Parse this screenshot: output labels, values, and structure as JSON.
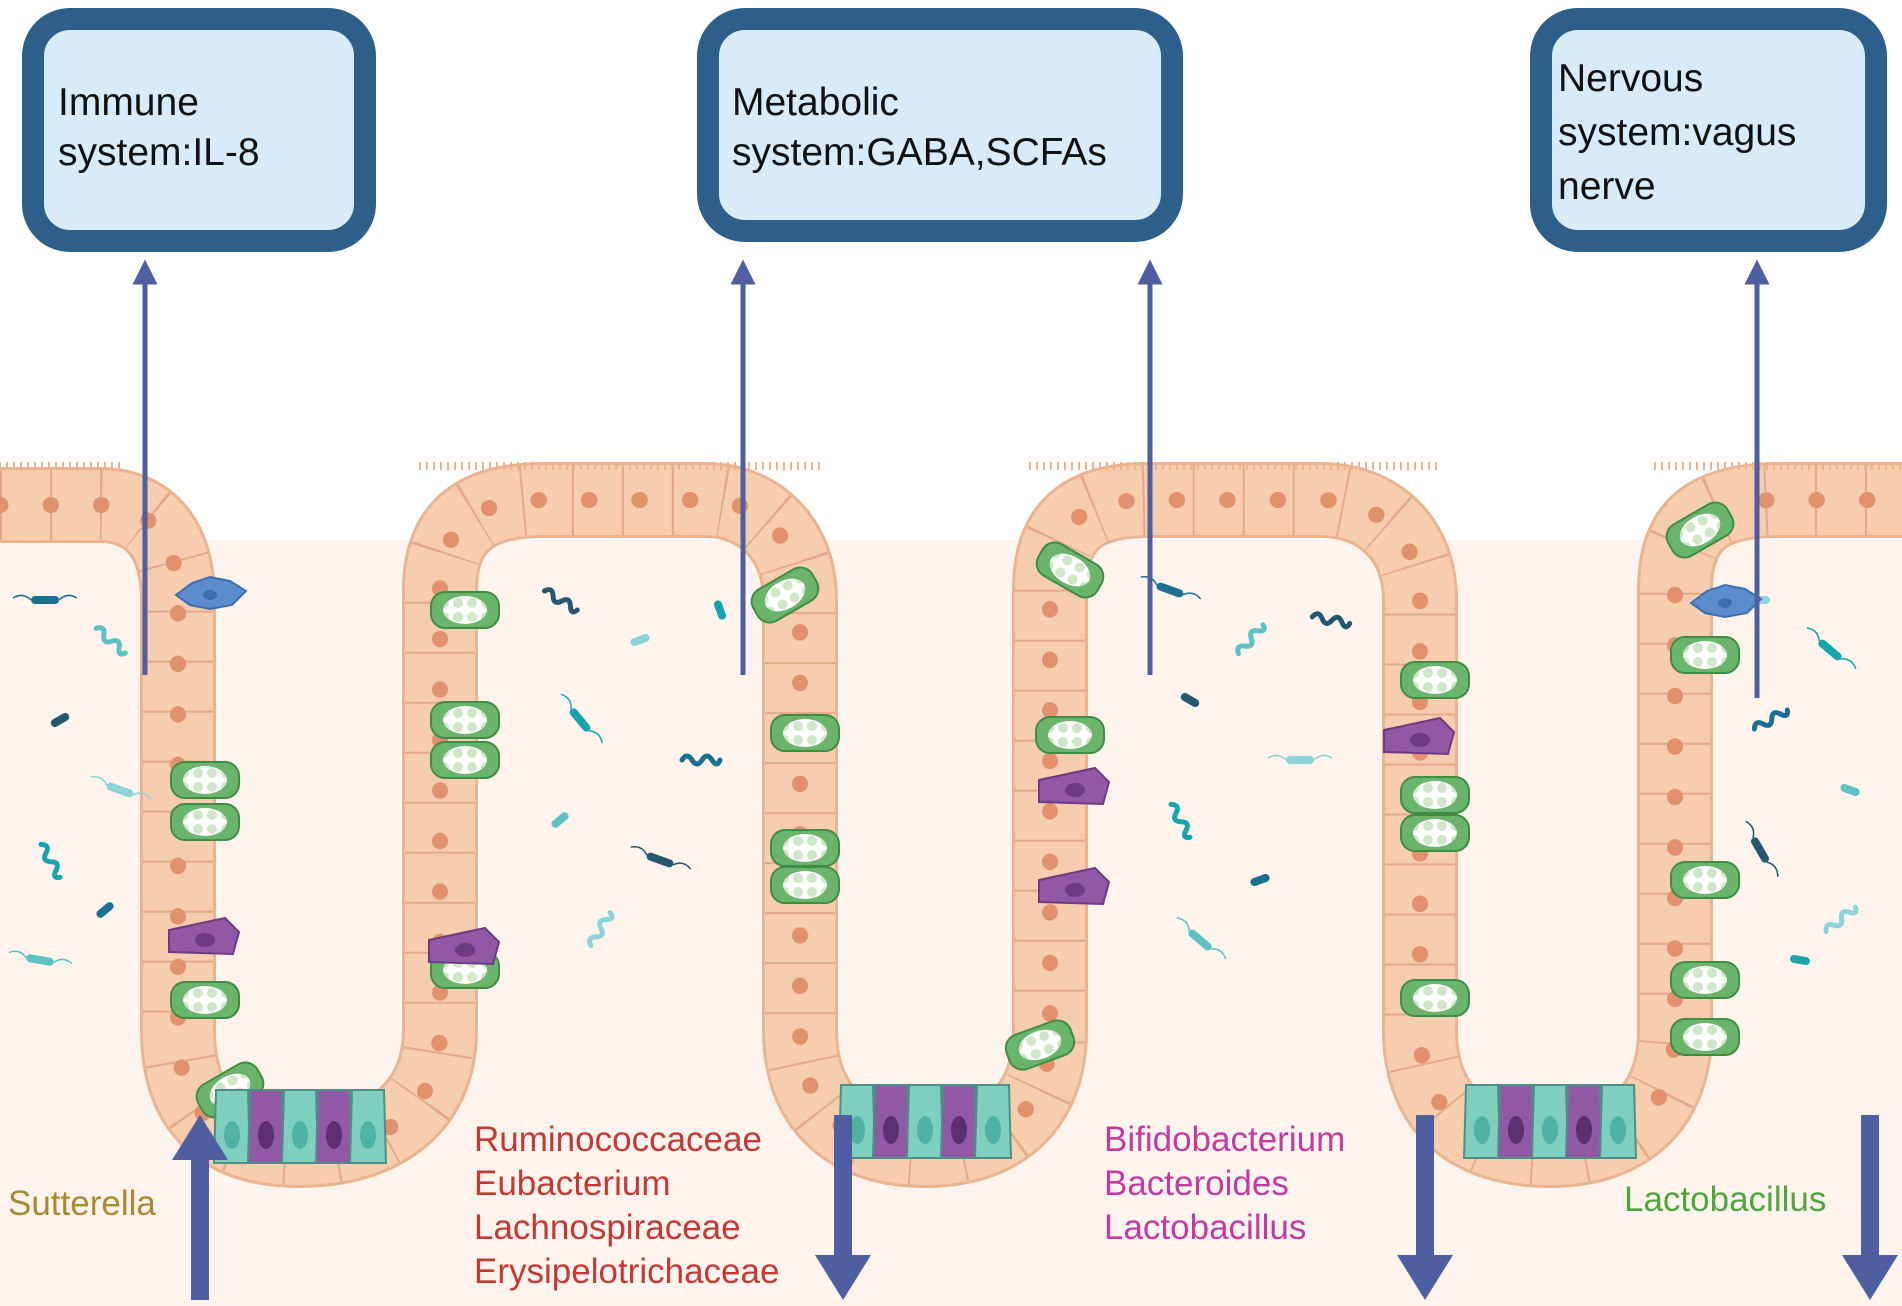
{
  "colors": {
    "box_fill": "#d8ebf8",
    "box_border": "#2d5f8a",
    "arrow": "#4e5ea1",
    "epithelium": "#f7cdb0",
    "nucleus": "#e2916d",
    "goblet_cell": "#6ab56b",
    "enteroendocrine_cell": "#9158a6",
    "stem_cell": "#7fcfbf",
    "lumen": "#fef4ed",
    "taxa_sutterella": "#a98936",
    "taxa_group1": "#c33a35",
    "taxa_group2": "#c13c9e",
    "taxa_group3": "#4fa63f"
  },
  "boxes": [
    {
      "id": "immune",
      "label": "Immune\nsystem:IL-8",
      "trend": "up"
    },
    {
      "id": "metabolic",
      "label": "Metabolic\nsystem:GABA,SCFAs",
      "trend": "down"
    },
    {
      "id": "nervous",
      "label": "Nervous\nsystem:vagus\nnerve",
      "trend": ""
    }
  ],
  "taxa": [
    {
      "label": "Sutterella",
      "trend": "up",
      "color": "#a98936"
    },
    {
      "label": "Ruminococcaceae\nEubacterium\nLachnospiraceae\nErysipelotrichaceae",
      "trend": "down",
      "color": "#c33a35"
    },
    {
      "label": "Bifidobacterium\nBacteroides\nLactobacillus",
      "trend": "down",
      "color": "#c13c9e"
    },
    {
      "label": "Lactobacillus",
      "trend": "down",
      "color": "#4fa63f"
    }
  ]
}
